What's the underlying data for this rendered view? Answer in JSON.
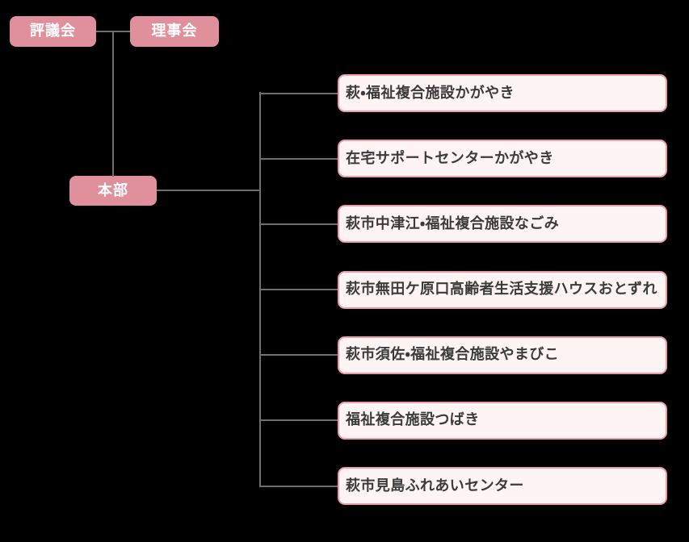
{
  "org_chart": {
    "top_nodes": [
      {
        "id": "council",
        "label": "評議会"
      },
      {
        "id": "board",
        "label": "理事会"
      }
    ],
    "parent_node": {
      "id": "headquarters",
      "label": "本部"
    },
    "facilities": [
      "萩・福祉複合施設かがやき",
      "在宅サポートセンターかがやき",
      "萩市中津江・福祉複合施設なごみ",
      "萩市無田ケ原口高齢者生活支援ハウスおとずれ",
      "萩市須佐・福祉複合施設やまびこ",
      "福祉複合施設つばき",
      "萩市見島ふれあいセンター"
    ]
  },
  "colors": {
    "background": "#000000",
    "solid_node_bg": "#e08f9c",
    "solid_node_text": "#ffffff",
    "facility_bg": "#fdf4f3",
    "facility_border": "#ec9da8",
    "facility_text": "#3b3b3b",
    "connector_line": "#6f6f6f"
  }
}
